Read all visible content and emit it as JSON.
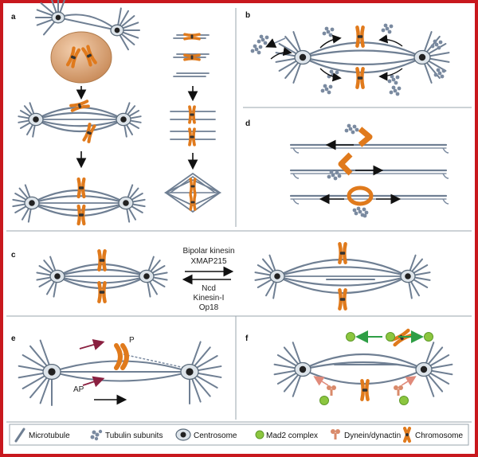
{
  "panels": {
    "a": "a",
    "b": "b",
    "c": "c",
    "d": "d",
    "e": "e",
    "f": "f"
  },
  "panel_c_labels": {
    "forward_1": "Bipolar kinesin",
    "forward_2": "XMAP215",
    "reverse_1": "Ncd",
    "reverse_2": "Kinesin-I",
    "reverse_3": "Op18"
  },
  "panel_e_labels": {
    "p": "P",
    "ap": "AP"
  },
  "legend": {
    "microtubule": "Microtubule",
    "tubulin": "Tubulin subunits",
    "centrosome": "Centrosome",
    "mad2": "Mad2 complex",
    "dynein": "Dynein/dynactin",
    "chromosome": "Chromosome"
  },
  "colors": {
    "frame": "#c8181e",
    "microtubule": "#6f7f93",
    "chromosome": "#e07a1c",
    "mad2": "#8cc63f",
    "mad2_arrow": "#2e9e45",
    "dynein": "#d98a6a",
    "nucleus": "#d9a27a"
  }
}
